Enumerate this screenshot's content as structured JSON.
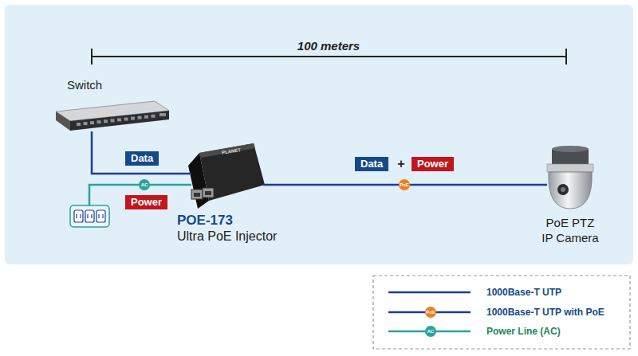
{
  "diagram": {
    "nodes": [
      {
        "text": [
          "Switch"
        ]
      },
      {
        "text": [
          "POE-173",
          "Ultra PoE Injector"
        ]
      },
      {
        "text": [
          "PoE PTZ IP Camera"
        ]
      }
    ],
    "edges": [
      {
        "from": 0,
        "to": 1,
        "arrow": "none"
      },
      {
        "from": 1,
        "to": 2,
        "arrow": "none"
      }
    ],
    "labels": [
      "100 meters",
      "Data",
      "Power",
      "AC",
      "Data",
      "+",
      "Power",
      "PoE",
      "PLANET",
      "PoE",
      "AC"
    ],
    "legend": [
      {
        "text": "1000Base-T UTP"
      },
      {
        "text": "1000Base-T UTP with PoE"
      },
      {
        "text": "Power Line (AC)"
      }
    ]
  }
}
